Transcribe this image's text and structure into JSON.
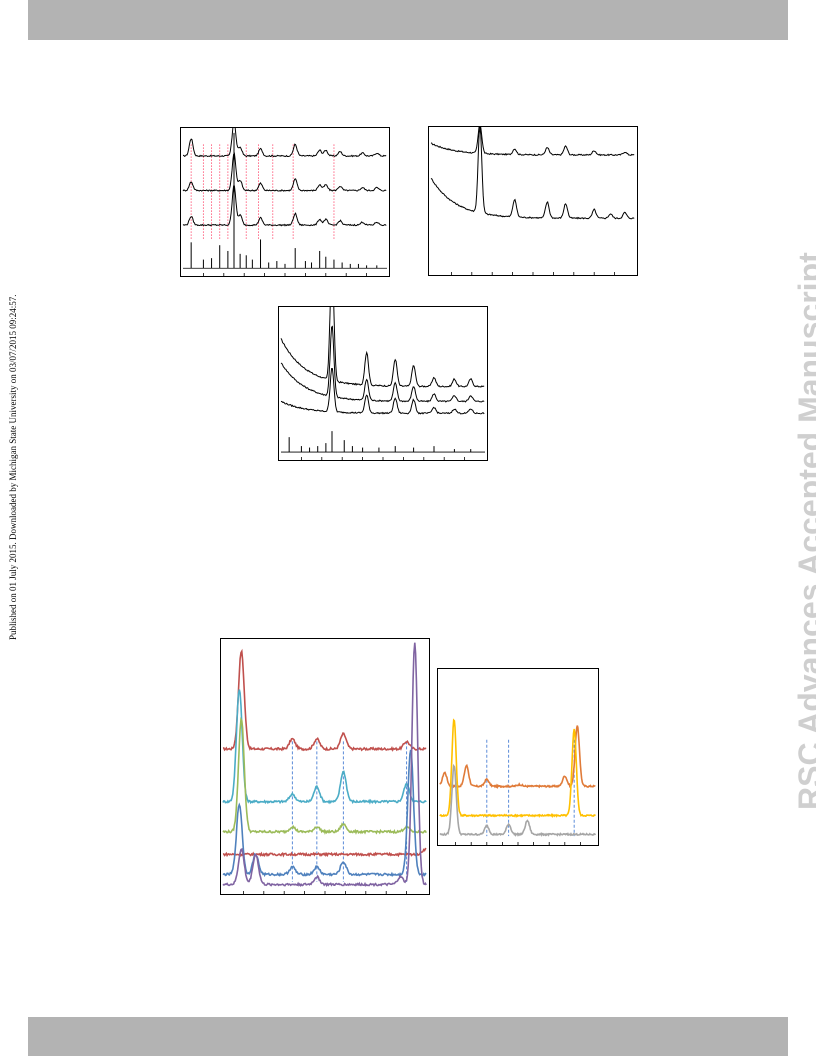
{
  "header": {
    "publication_note": "Published on 01 July 2015. Downloaded by Michigan State University on 03/07/2015 09:24:57."
  },
  "watermark": {
    "text": "RSC Advances Accepted Manuscript"
  },
  "colors": {
    "band": "#b3b3b3",
    "watermark": "#cfcfcf",
    "pattern_line": "#000000",
    "reference_marker": "#ff5a7a",
    "guide_dash": "#4a7fd4"
  },
  "chart_data": [
    {
      "id": "xrd-top-left",
      "type": "line",
      "xlim": [
        0,
        100
      ],
      "ylim": [
        0,
        100
      ],
      "reference_markers_x": [
        4,
        10,
        14,
        18,
        22,
        25,
        31,
        37,
        44,
        54,
        74
      ],
      "series": [
        {
          "baseline": 82,
          "peaks": [
            [
              4,
              12
            ],
            [
              25,
              24
            ],
            [
              28,
              6
            ],
            [
              38,
              5
            ],
            [
              55,
              8
            ],
            [
              67,
              4
            ],
            [
              70,
              4
            ],
            [
              77,
              3
            ],
            [
              88,
              2
            ],
            [
              95,
              2
            ]
          ]
        },
        {
          "baseline": 58,
          "peaks": [
            [
              4,
              6
            ],
            [
              25,
              26
            ],
            [
              28,
              7
            ],
            [
              38,
              5
            ],
            [
              55,
              8
            ],
            [
              67,
              4
            ],
            [
              70,
              4
            ],
            [
              77,
              3
            ],
            [
              88,
              2
            ],
            [
              95,
              2
            ]
          ]
        },
        {
          "baseline": 34,
          "peaks": [
            [
              4,
              6
            ],
            [
              25,
              28
            ],
            [
              28,
              7
            ],
            [
              38,
              5
            ],
            [
              55,
              8
            ],
            [
              67,
              4
            ],
            [
              70,
              4
            ],
            [
              77,
              3
            ],
            [
              88,
              2
            ],
            [
              95,
              2
            ]
          ]
        },
        {
          "baseline": 4,
          "sticks": [
            [
              4,
              18
            ],
            [
              10,
              6
            ],
            [
              14,
              7
            ],
            [
              18,
              16
            ],
            [
              22,
              12
            ],
            [
              25,
              94
            ],
            [
              28,
              10
            ],
            [
              31,
              9
            ],
            [
              34,
              6
            ],
            [
              38,
              20
            ],
            [
              42,
              4
            ],
            [
              46,
              5
            ],
            [
              50,
              3
            ],
            [
              55,
              14
            ],
            [
              60,
              5
            ],
            [
              63,
              4
            ],
            [
              67,
              12
            ],
            [
              70,
              8
            ],
            [
              74,
              6
            ],
            [
              78,
              4
            ],
            [
              82,
              3
            ],
            [
              86,
              3
            ],
            [
              90,
              2
            ],
            [
              95,
              2
            ]
          ]
        }
      ]
    },
    {
      "id": "xrd-top-right",
      "type": "line",
      "xlim": [
        0,
        100
      ],
      "ylim": [
        0,
        100
      ],
      "series": [
        {
          "baseline": 82,
          "slope": 8,
          "peaks": [
            [
              24,
              20
            ],
            [
              41,
              4
            ],
            [
              57,
              5
            ],
            [
              66,
              6
            ],
            [
              80,
              3
            ],
            [
              95,
              2
            ]
          ]
        },
        {
          "baseline": 38,
          "slope": 28,
          "peaks": [
            [
              24,
              60
            ],
            [
              41,
              12
            ],
            [
              57,
              11
            ],
            [
              66,
              10
            ],
            [
              80,
              6
            ],
            [
              88,
              3
            ],
            [
              95,
              4
            ]
          ]
        }
      ]
    },
    {
      "id": "xrd-middle",
      "type": "line",
      "xlim": [
        0,
        100
      ],
      "ylim": [
        0,
        100
      ],
      "series": [
        {
          "baseline": 48,
          "slope": 32,
          "peaks": [
            [
              25,
              82
            ],
            [
              42,
              22
            ],
            [
              56,
              18
            ],
            [
              65,
              14
            ],
            [
              75,
              6
            ],
            [
              85,
              5
            ],
            [
              93,
              5
            ]
          ]
        },
        {
          "baseline": 38,
          "slope": 26,
          "peaks": [
            [
              25,
              48
            ],
            [
              42,
              14
            ],
            [
              56,
              12
            ],
            [
              65,
              10
            ],
            [
              75,
              5
            ],
            [
              85,
              4
            ],
            [
              93,
              4
            ]
          ]
        },
        {
          "baseline": 30,
          "slope": 8,
          "peaks": [
            [
              25,
              30
            ],
            [
              42,
              12
            ],
            [
              56,
              10
            ],
            [
              65,
              9
            ],
            [
              75,
              4
            ],
            [
              85,
              3
            ],
            [
              93,
              3
            ]
          ]
        },
        {
          "baseline": 4,
          "sticks": [
            [
              4,
              10
            ],
            [
              10,
              4
            ],
            [
              14,
              3
            ],
            [
              18,
              4
            ],
            [
              22,
              6
            ],
            [
              25,
              14
            ],
            [
              31,
              8
            ],
            [
              35,
              4
            ],
            [
              40,
              3
            ],
            [
              48,
              3
            ],
            [
              56,
              4
            ],
            [
              65,
              3
            ],
            [
              75,
              4
            ],
            [
              85,
              2
            ],
            [
              93,
              2
            ]
          ]
        }
      ]
    },
    {
      "id": "raman-left",
      "type": "line",
      "xlim": [
        0,
        100
      ],
      "ylim": [
        0,
        100
      ],
      "guide_x": [
        34,
        46,
        59,
        90
      ],
      "series": [
        {
          "color": "#c0504d",
          "baseline": 57,
          "peaks": [
            [
              9,
              39
            ],
            [
              34,
              4
            ],
            [
              46,
              4
            ],
            [
              59,
              6
            ],
            [
              90,
              3
            ]
          ]
        },
        {
          "color": "#4bacc6",
          "baseline": 36,
          "peaks": [
            [
              8,
              45
            ],
            [
              34,
              3
            ],
            [
              46,
              6
            ],
            [
              59,
              12
            ],
            [
              90,
              7
            ]
          ]
        },
        {
          "color": "#9bbb59",
          "baseline": 24,
          "peaks": [
            [
              9,
              45
            ],
            [
              34,
              2
            ],
            [
              46,
              2
            ],
            [
              59,
              3
            ],
            [
              90,
              2
            ]
          ]
        },
        {
          "color": "#c0504d",
          "baseline": 15,
          "peaks": [
            [
              99,
              2
            ]
          ]
        },
        {
          "color": "#4f81bd",
          "baseline": 7,
          "peaks": [
            [
              8,
              28
            ],
            [
              16,
              8
            ],
            [
              34,
              3
            ],
            [
              46,
              3
            ],
            [
              59,
              5
            ],
            [
              92,
              50
            ]
          ]
        },
        {
          "color": "#8064a2",
          "baseline": 3,
          "peaks": [
            [
              9,
              14
            ],
            [
              16,
              12
            ],
            [
              46,
              3
            ],
            [
              87,
              3
            ],
            [
              94,
              96
            ]
          ]
        }
      ]
    },
    {
      "id": "raman-right",
      "type": "line",
      "xlim": [
        0,
        100
      ],
      "ylim": [
        0,
        100
      ],
      "guide_x": [
        30,
        44,
        86
      ],
      "series": [
        {
          "color": "#e07b39",
          "baseline": 33,
          "peaks": [
            [
              3,
              8
            ],
            [
              17,
              12
            ],
            [
              30,
              4
            ],
            [
              51,
              1
            ],
            [
              80,
              6
            ],
            [
              88,
              35
            ]
          ]
        },
        {
          "color": "#ffc000",
          "baseline": 16,
          "peaks": [
            [
              9,
              56
            ],
            [
              86,
              50
            ]
          ]
        },
        {
          "color": "#a6a6a6",
          "baseline": 5,
          "peaks": [
            [
              9,
              40
            ],
            [
              30,
              5
            ],
            [
              44,
              6
            ],
            [
              56,
              8
            ]
          ]
        }
      ]
    }
  ]
}
